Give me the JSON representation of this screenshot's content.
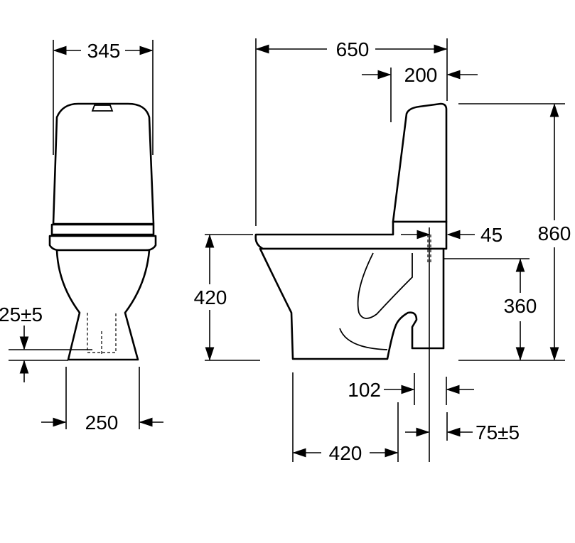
{
  "front_view": {
    "width_top": "345",
    "offset": "25±5",
    "width_base": "250"
  },
  "side_view": {
    "depth": "650",
    "tank_depth": "200",
    "height_total": "860",
    "seat_height": "420",
    "rear_offset": "45",
    "outlet_height": "360",
    "outlet_width": "102",
    "outlet_setback": "75±5",
    "base_depth": "420"
  }
}
